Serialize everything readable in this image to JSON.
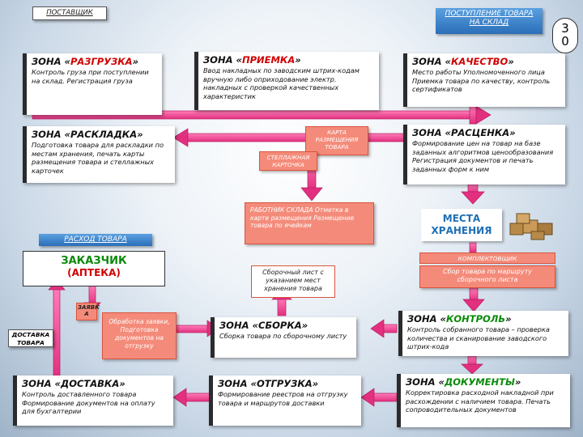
{
  "header": {
    "supplier_label": "ПОСТАВЩИК",
    "receipt_label": "ПОСТУПЛЕНИЕ ТОВАРА НА СКЛАД",
    "badge": "3 0"
  },
  "zones": {
    "unloading": {
      "prefix": "ЗОНА «",
      "name": "РАЗГРУЗКА",
      "suffix": "»",
      "desc": "Контроль груза при поступлении на склад. Регистрация груза"
    },
    "acceptance": {
      "prefix": "ЗОНА «",
      "name": "ПРИЕМКА",
      "suffix": "»",
      "desc": "Ввод накладных по заводским штрих-кодам вручную либо оприходование электр. накладных с проверкой качественных характеристик"
    },
    "quality": {
      "prefix": "ЗОНА «",
      "name": "КАЧЕСТВО",
      "suffix": "»",
      "desc": "Место работы Уполномоченного лица Приемка товара по качеству, контроль сертификатов"
    },
    "layout": {
      "title": "ЗОНА «РАСКЛАДКА»",
      "desc": "Подготовка товара для раскладки по местам хранения, печать карты размещения товара и стеллажных карточек"
    },
    "pricing": {
      "title": "ЗОНА «РАСЦЕНКА»",
      "desc": "Формирование цен на товар на базе заданных алгоритмов ценообразования Регистрация документов и печать заданных форм к ним"
    },
    "assembly": {
      "title": "ЗОНА «СБОРКА»",
      "desc": "Сборка товара по сборочному листу"
    },
    "control": {
      "prefix": "ЗОНА «",
      "name": "КОНТРОЛЬ",
      "suffix": "»",
      "desc": "Контроль собранного товара – проверка количества и сканирование заводского штрих-кода"
    },
    "delivery": {
      "title": "ЗОНА «ДОСТАВКА»",
      "desc": "Контроль доставленного товара Формирование документов на оплату для бухгалтерии"
    },
    "shipment": {
      "title": "ЗОНА «ОТГРУЗКА»",
      "desc": "Формирование реестров на отгрузку товара и маршрутов доставки"
    },
    "documents": {
      "prefix": "ЗОНА «",
      "name": "ДОКУМЕНТЫ",
      "suffix": "»",
      "desc": "Корректировка расходной накладной при расхождении с наличием товара. Печать сопроводительных документов"
    }
  },
  "notes": {
    "placement_card": "КАРТА РАЗМЕЩЕНИЯ ТОВАРА",
    "rack_card": "СТЕЛЛАЖНАЯ КАРТОЧКА",
    "warehouse_worker": "РАБОТНИК СКЛАДА Отметка в карте размещения Размещение товара по ячейкам",
    "assembly_sheet": "Сборочный лист с указанием мест хранения товара",
    "picker_label": "КОМПЛЕКТОВЩИК",
    "picker_desc": "Сбор товара по маршруту сборочного листа",
    "request": "ЗАЯВК А",
    "request_processing": "Обработка заявки, Подготовка документов на отгрузку"
  },
  "storage": {
    "label": "МЕСТА ХРАНЕНИЯ"
  },
  "outflow_label": "РАСХОД ТОВАРА",
  "customer": {
    "line1": "ЗАКАЗЧИК",
    "line2": "(АПТЕКА)"
  },
  "delivery_label": "ДОСТАВКА ТОВАРА"
}
